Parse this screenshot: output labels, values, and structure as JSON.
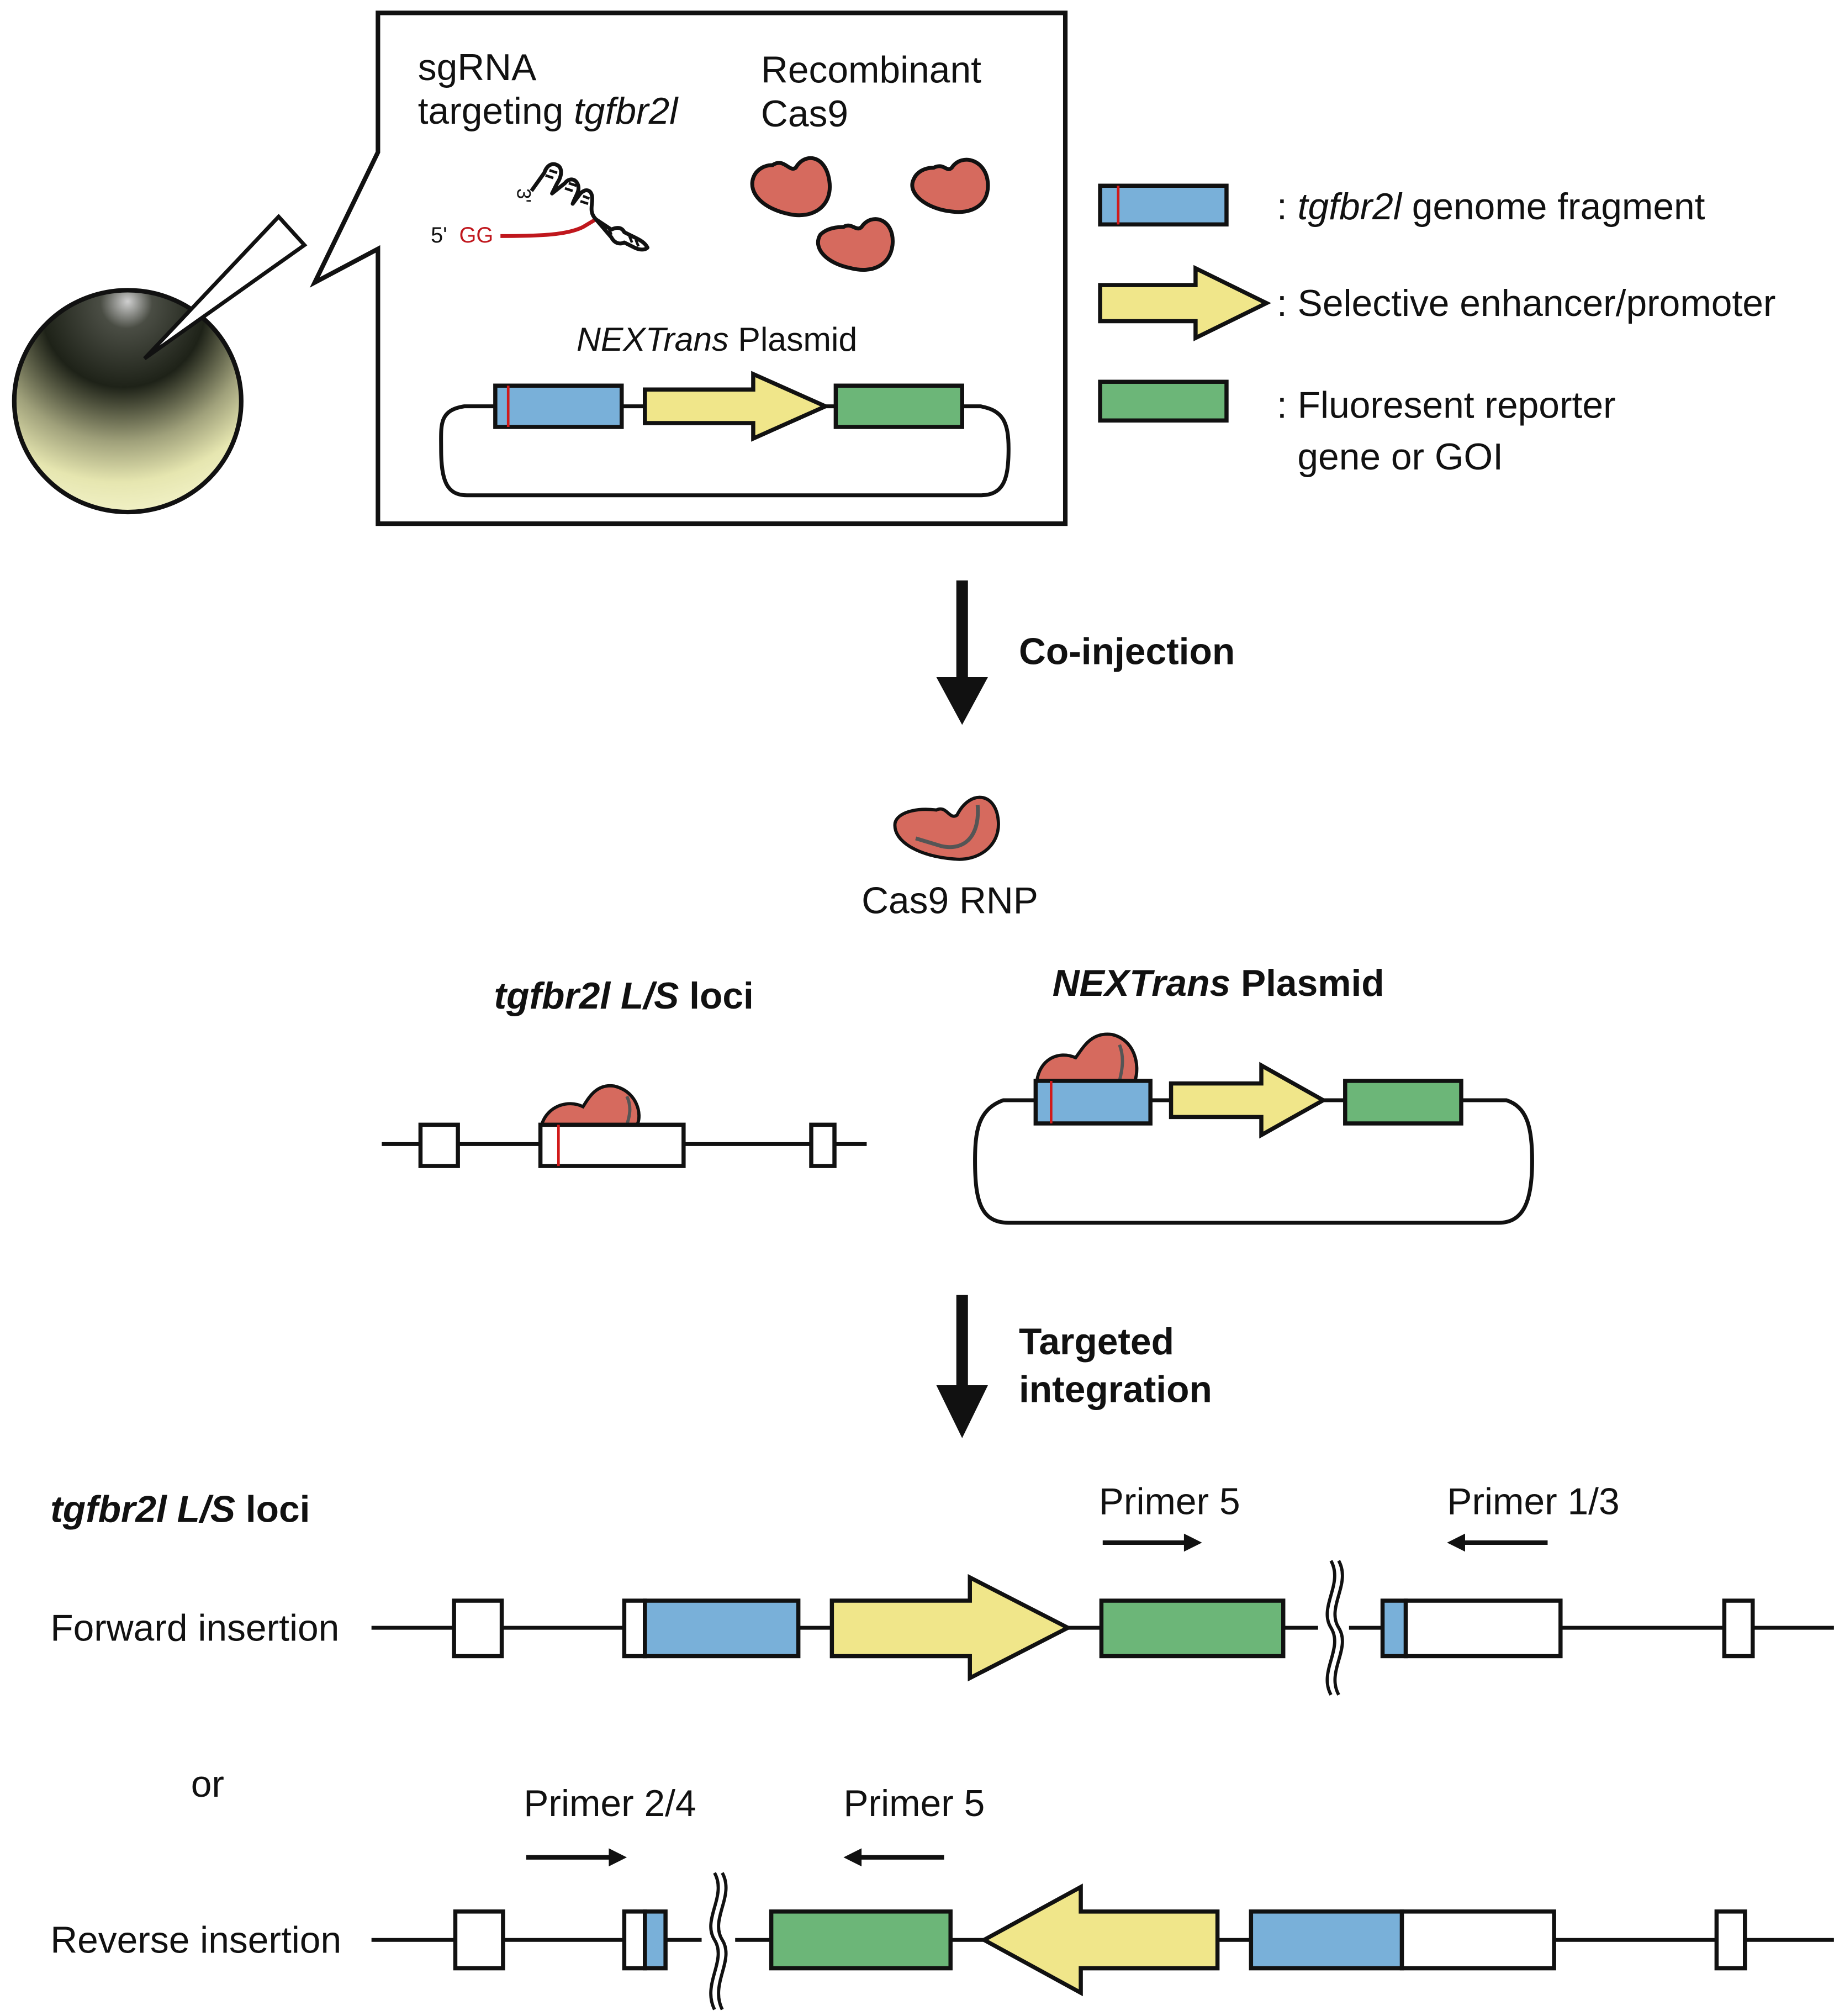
{
  "colors": {
    "genome_fragment": "#79b0d9",
    "enhancer_promoter": "#f0e68a",
    "reporter": "#6cb678",
    "cas9": "#d66a5e",
    "cut_site": "#d11a1a",
    "oocyte_dark": "#1e2218",
    "oocyte_light": "#f3f3c6"
  },
  "injection_panel": {
    "sgrna_label_line1": "sgRNA",
    "sgrna_label_line2_prefix": "targeting ",
    "sgrna_label_line2_gene": "tgfbr2l",
    "five_prime": "5'",
    "gg": "GG",
    "three_prime": "3'",
    "cas9_label_line1": "Recombinant",
    "cas9_label_line2": "Cas9",
    "plasmid_label_italic": "NEXTrans",
    "plasmid_label_rest": " Plasmid"
  },
  "legend": [
    {
      "key": "genome_fragment",
      "prefix": ": ",
      "italic": "tgfbr2l",
      "text": " genome fragment"
    },
    {
      "key": "enhancer_promoter",
      "prefix": ": ",
      "italic": "",
      "text": "Selective enhancer/promoter"
    },
    {
      "key": "reporter",
      "prefix": ": ",
      "italic": "",
      "text": "Fluoresent reporter",
      "line2": "gene or GOI"
    }
  ],
  "steps": {
    "coinjection": "Co-injection",
    "targeted_line1": "Targeted",
    "targeted_line2": "integration"
  },
  "rnp": {
    "label": "Cas9 RNP"
  },
  "loci_section": {
    "title_italic": "tgfbr2l L/S",
    "title_rest": " loci"
  },
  "plasmid_section": {
    "title_italic": "NEXTrans",
    "title_rest": " Plasmid"
  },
  "result": {
    "title_italic": "tgfbr2l L/S",
    "title_rest": " loci",
    "forward_label": "Forward insertion",
    "or": "or",
    "reverse_label": "Reverse insertion",
    "forward_primers": [
      {
        "label": "Primer 5",
        "direction": "right"
      },
      {
        "label": "Primer 1/3",
        "direction": "left"
      }
    ],
    "reverse_primers": [
      {
        "label": "Primer 2/4",
        "direction": "right"
      },
      {
        "label": "Primer 5",
        "direction": "left"
      }
    ]
  }
}
